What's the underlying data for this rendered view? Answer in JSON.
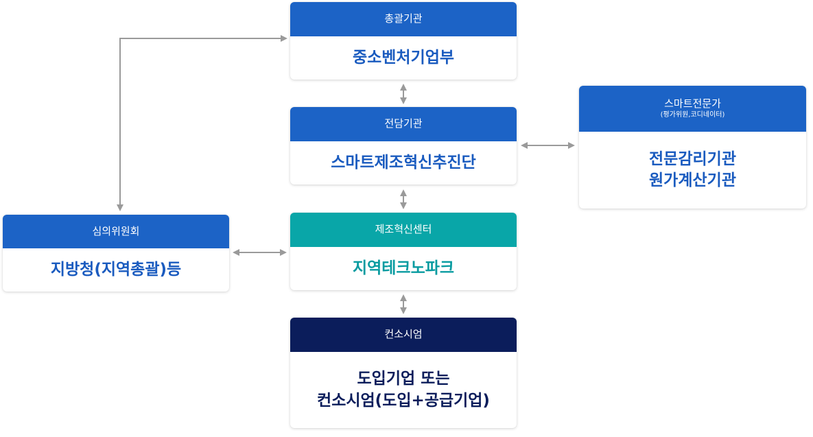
{
  "nodes": {
    "general": {
      "header": "총괄기관",
      "body": [
        "중소벤처기업부"
      ]
    },
    "dedicated": {
      "header": "전담기관",
      "body": [
        "스마트제조혁신추진단"
      ]
    },
    "center": {
      "header": "제조혁신센터",
      "body": [
        "지역테크노파크"
      ]
    },
    "consortium": {
      "header": "컨소시엄",
      "body": [
        "도입기업 또는",
        "컨소시엄(도입+공급기업)"
      ]
    },
    "committee": {
      "header": "심의위원회",
      "body": [
        "지방청(지역총괄)등"
      ]
    },
    "expert": {
      "header": "스마트전문가",
      "header_sub": "(평가위원,코디네이터)",
      "body": [
        "전문감리기관",
        "원가계산기관"
      ]
    }
  },
  "colors": {
    "blue": "#1c63c6",
    "teal": "#09a6a8",
    "navy": "#0b1d5b",
    "arrow": "#9a9a9a"
  }
}
